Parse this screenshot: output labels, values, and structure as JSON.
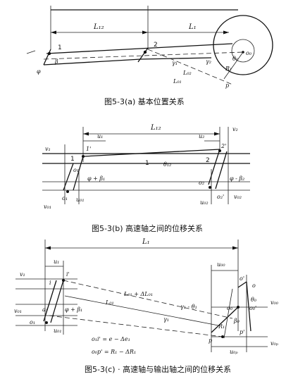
{
  "figure_a": {
    "caption": "图5-3(a)  基本位置关系",
    "labels": {
      "L12": "L₁₂",
      "L1": "L₁",
      "p1": "1",
      "p2": "2",
      "phi": "φ",
      "beta": "β",
      "gamma1": "γ₁",
      "gamma2": "γ₂",
      "L02": "L₀₂",
      "L01": "L₀₁",
      "R1": "R₁",
      "theta0": "θ₀",
      "p": "p"
    }
  },
  "figure_b": {
    "caption": "图5-3(b)  高速轴之间的位移关系",
    "labels": {
      "L12": "L₁₂",
      "u1": "u₁",
      "u2": "u₂",
      "v1": "v₁",
      "v2": "v₂",
      "p1": "1",
      "p2": "2",
      "top1": "1'",
      "top2": "2'",
      "theta12": "θ₁₂",
      "phi_beta1": "φ + β₁",
      "phi_beta2": "φ - β₂",
      "o1": "o₁",
      "o1p": "o₁'",
      "o2": "o₂",
      "o2p": "o₂'",
      "u01": "u₀₁",
      "u02": "u₀₂",
      "v01": "v₀₁",
      "v02": "v₀₂",
      "i1": "1"
    }
  },
  "figure_c": {
    "caption": "图5-3(c)  · 高速轴与输出轴之间的位移关系",
    "labels": {
      "L1": "L₁",
      "u1": "u₁",
      "v1": "v₁",
      "v01": "v₀₁",
      "i": "i",
      "ip": "i'",
      "o1": "o₁",
      "a1": "a₁",
      "phi_beta1": "φ + β₁",
      "u01": "u₀₁",
      "L01": "L₀₁",
      "L01_dL": "L₀₁ + ΔL₀₁",
      "gamma_theta": "γ₁ - θ₁",
      "gamma1": "γ₁",
      "R1": "R₁",
      "u00": "u₀₀",
      "o": "o",
      "op": "o'",
      "o0": "o₀",
      "o0p": "o₀'",
      "beta0": "β₀",
      "theta0": "θ₀",
      "v00": "v₀₀",
      "p": "p",
      "pp": "p'",
      "u0p": "u₀ₚ",
      "v0p": "v₀ₚ",
      "eq1": "o₁i' = e − Δe₁",
      "eq2": "o₀p' = R₁ − ΔR₁"
    }
  }
}
